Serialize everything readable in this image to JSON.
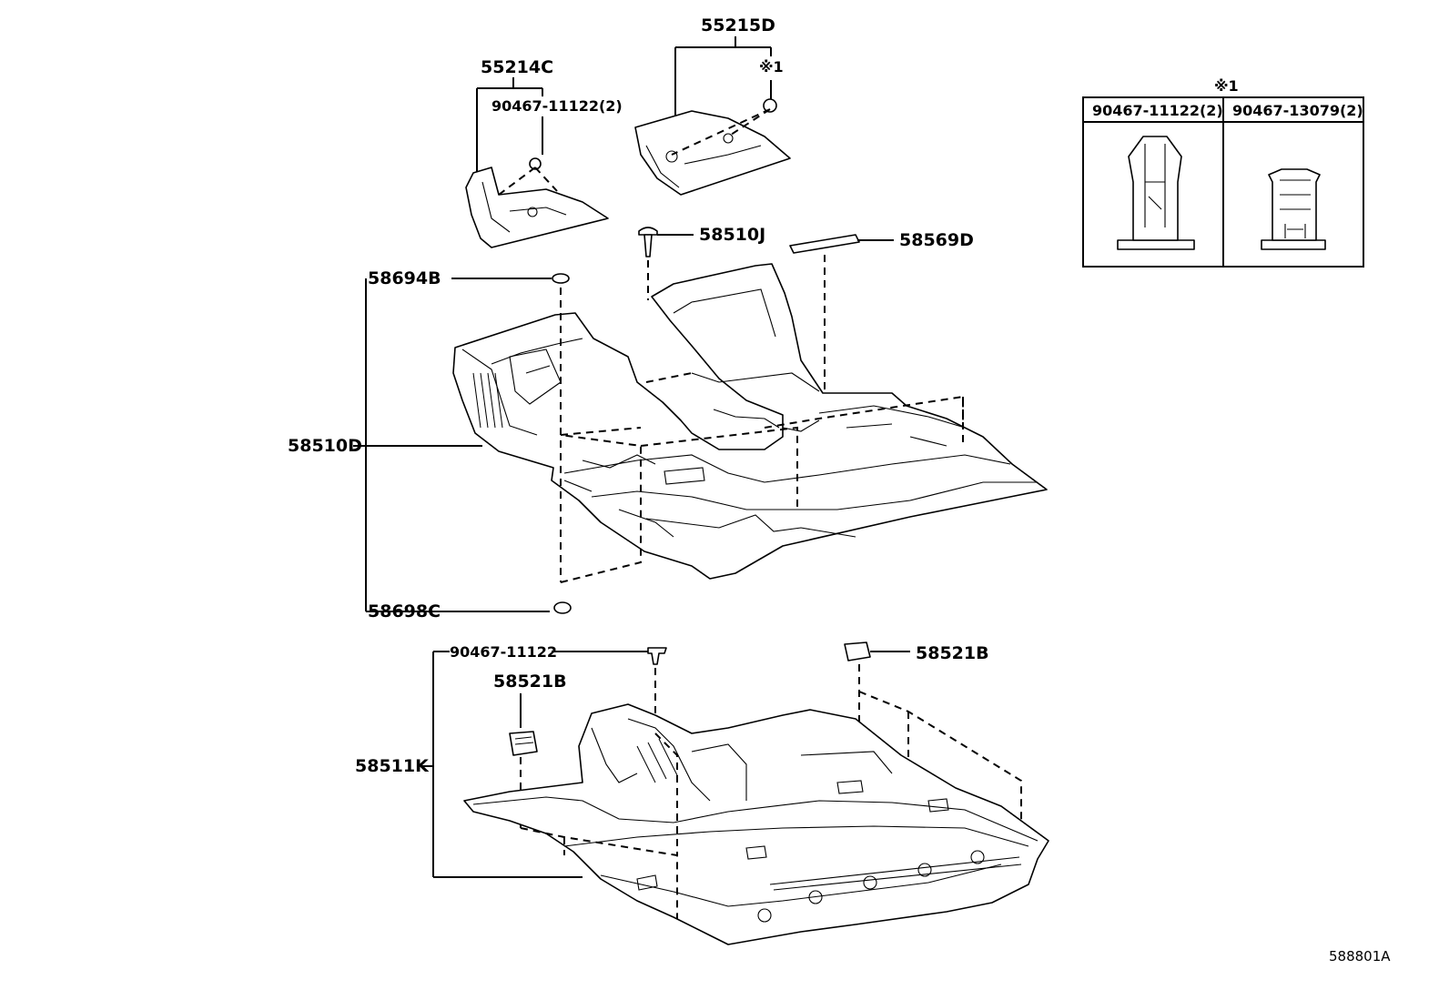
{
  "labels": {
    "p55215D": "55215D",
    "p55214C": "55214C",
    "p90467_11122_2": "90467-11122(2)",
    "note1_top": "※1",
    "p58510J": "58510J",
    "p58569D": "58569D",
    "p58694B": "58694B",
    "p58510D": "58510D",
    "p58698C": "58698C",
    "p90467_11122": "90467-11122",
    "p58521B_right": "58521B",
    "p58521B_left": "58521B",
    "p58511K": "58511K"
  },
  "inset": {
    "note": "※1",
    "col1": "90467-11122(2)",
    "col2": "90467-13079(2)"
  },
  "figure_ref": "588801A"
}
